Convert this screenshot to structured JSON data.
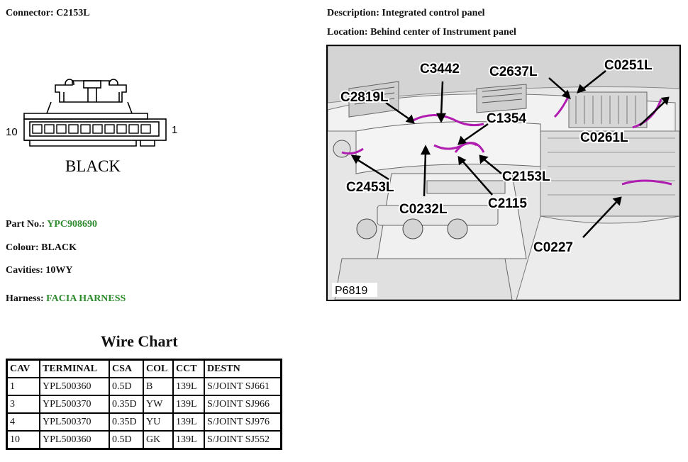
{
  "header": {
    "connector_label": "Connector:",
    "connector_value": "C2153L",
    "description_label": "Description:",
    "description_value": "Integrated control panel",
    "location_label": "Location:",
    "location_value": "Behind center of Instrument panel"
  },
  "connector": {
    "left_pin": "10",
    "right_pin": "1",
    "color_text": "BLACK"
  },
  "details": {
    "part_label": "Part No.:",
    "part_value": "YPC908690",
    "colour_label": "Colour:",
    "colour_value": "BLACK",
    "cavities_label": "Cavities:",
    "cavities_value": "10WY",
    "harness_label": "Harness:",
    "harness_value": "FACIA HARNESS"
  },
  "wire_chart": {
    "title": "Wire Chart",
    "headers": [
      "CAV",
      "TERMINAL",
      "CSA",
      "COL",
      "CCT",
      "DESTN"
    ],
    "rows": [
      [
        "1",
        "YPL500360",
        "0.5D",
        "B",
        "139L",
        "S/JOINT SJ661"
      ],
      [
        "3",
        "YPL500370",
        "0.35D",
        "YW",
        "139L",
        "S/JOINT SJ966"
      ],
      [
        "4",
        "YPL500370",
        "0.35D",
        "YU",
        "139L",
        "S/JOINT SJ976"
      ],
      [
        "10",
        "YPL500360",
        "0.5D",
        "GK",
        "139L",
        "S/JOINT SJ552"
      ]
    ]
  },
  "photo": {
    "code": "P6819",
    "callouts": [
      "C3442",
      "C2637L",
      "C0251L",
      "C2819L",
      "C1354",
      "C0261L",
      "C2153L",
      "C2453L",
      "C2115",
      "C0232L",
      "C0227"
    ]
  },
  "colors": {
    "accent_green": "#2e8b2e",
    "wire_magenta": "#b01cb0"
  }
}
